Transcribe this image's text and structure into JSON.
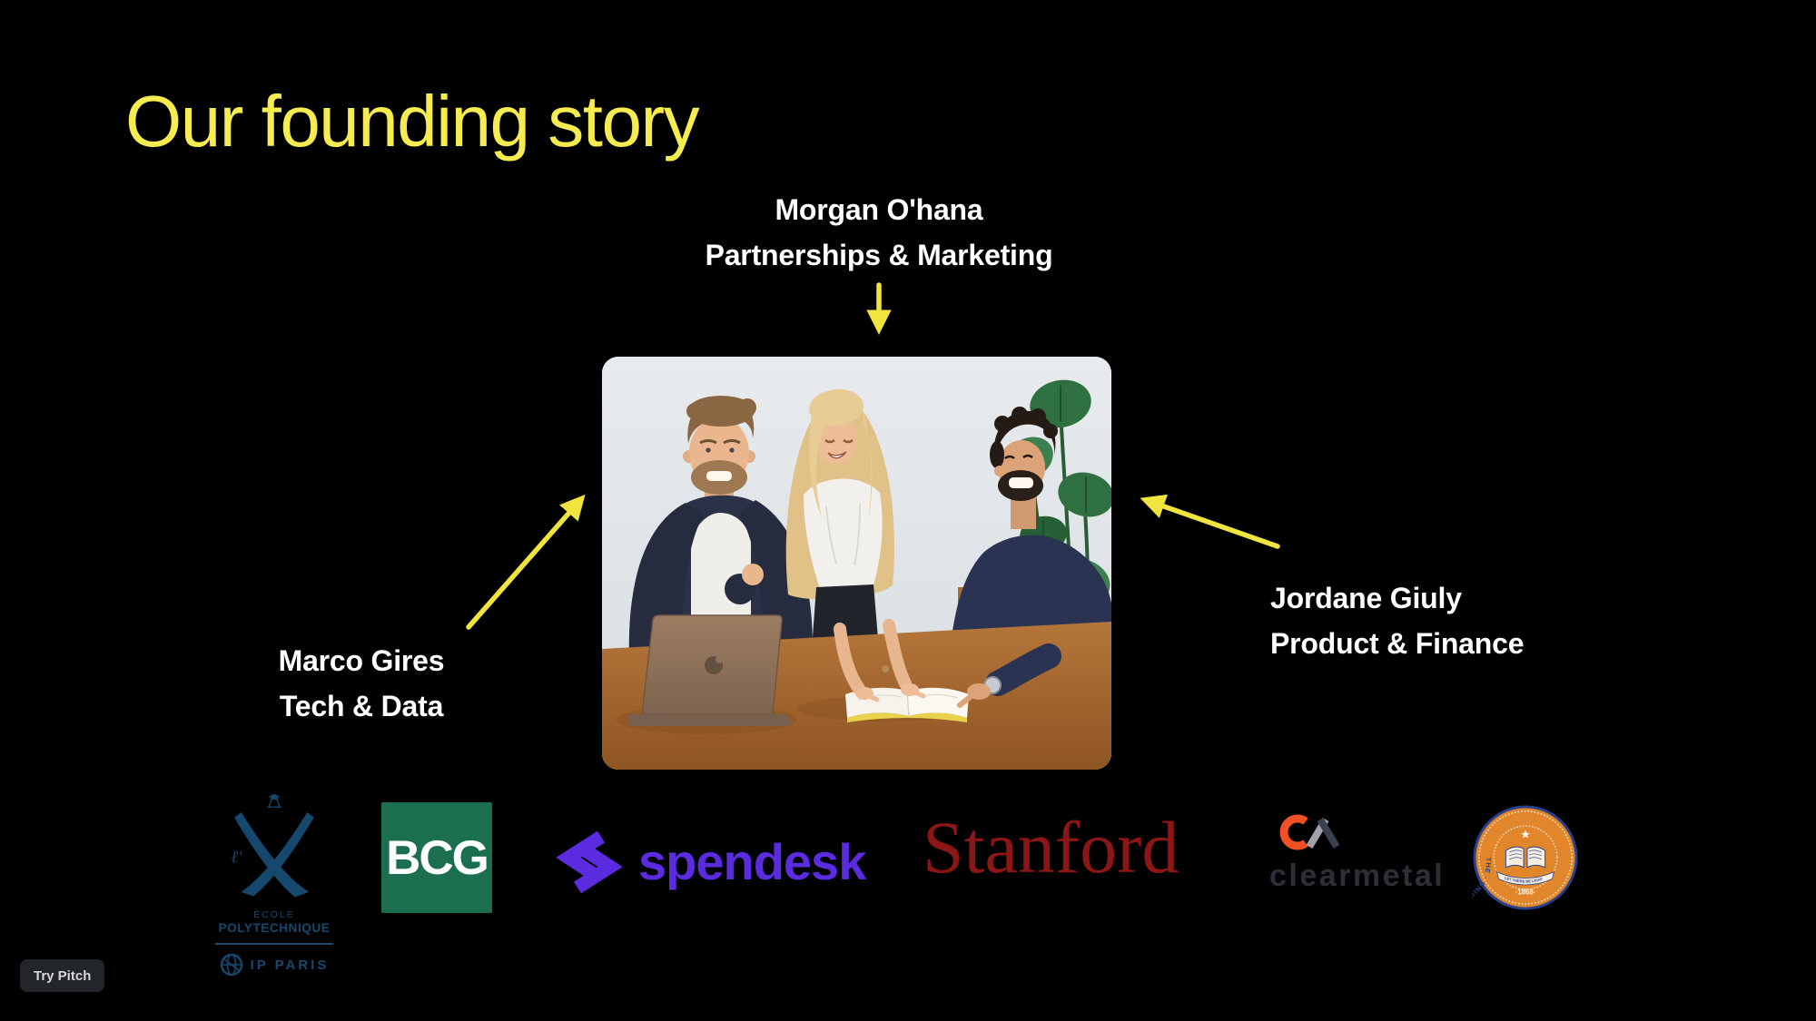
{
  "slide": {
    "title": "Our founding story"
  },
  "founders": {
    "morgan": {
      "name": "Morgan O'hana",
      "role": "Partnerships & Marketing"
    },
    "marco": {
      "name": "Marco Gires",
      "role": "Tech & Data"
    },
    "jordane": {
      "name": "Jordane Giuly",
      "role": "Product & Finance"
    }
  },
  "logos": {
    "polytechnique": {
      "prefix": "ℓ'",
      "line_small": "ÉCOLE",
      "line_large": "POLYTECHNIQUE",
      "sub": "IP PARIS"
    },
    "bcg": {
      "label": "BCG"
    },
    "spendesk": {
      "label": "spendesk"
    },
    "stanford": {
      "label": "Stanford"
    },
    "clearmetal": {
      "label": "clearmetal"
    },
    "berkeley": {
      "ring_text": "THE · UNIVERSITY · OF · CALIFORNIA · BERKELEY ·",
      "year": "·1868·",
      "motto": "LET THERE BE LIGHT"
    }
  },
  "photo": {
    "description": "Three founders laughing around a wooden table with a laptop, an open notebook and a monstera plant"
  },
  "cta": {
    "label": "Try Pitch"
  },
  "colors": {
    "background": "#000000",
    "title_yellow": "#F6EC50",
    "arrow_yellow": "#F1E43E",
    "label_white": "#FFFFFF",
    "bcg_green": "#1C6F4E",
    "spendesk_purple": "#5B2BDF",
    "stanford_red": "#8C1515",
    "clearmetal_orange": "#F05023",
    "clearmetal_text": "#2E2F36",
    "polytechnique_navy": "#16476D",
    "berkeley_blue": "#27418C",
    "berkeley_gold": "#E2862B",
    "cta_bg": "#222529",
    "cta_text": "#D7D8DA"
  }
}
